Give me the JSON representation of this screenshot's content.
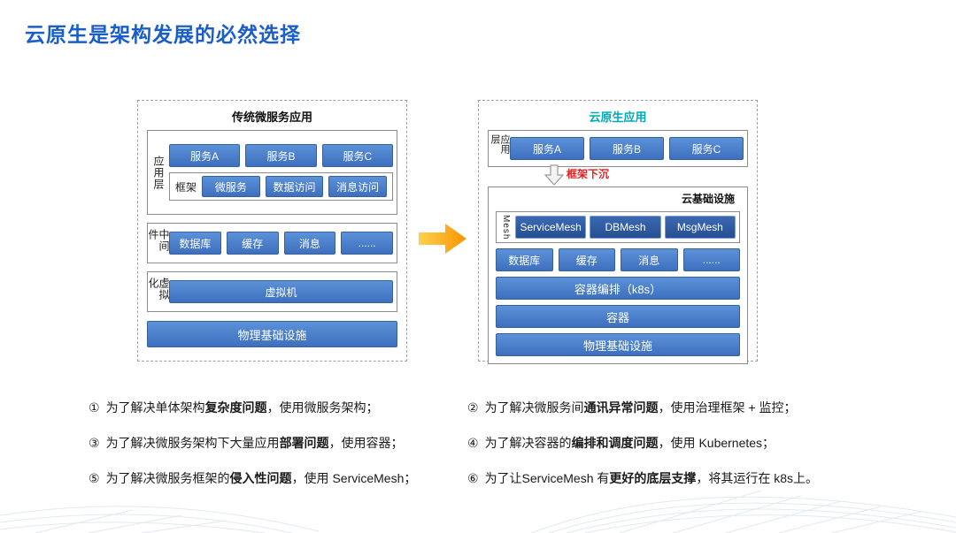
{
  "slide": {
    "title": "云原生是架构发展的必然选择"
  },
  "left_diagram": {
    "title": "传统微服务应用",
    "app_layer_label": "应用层",
    "services": [
      "服务A",
      "服务B",
      "服务C"
    ],
    "framework_label": "框架",
    "framework_items": [
      "微服务",
      "数据访问",
      "消息访问"
    ],
    "middleware_label": "中间件",
    "middleware_items": [
      "数据库",
      "缓存",
      "消息",
      "......"
    ],
    "virtualization_label": "虚拟化",
    "vm_label": "虚拟机",
    "physical_label": "物理基础设施"
  },
  "right_diagram": {
    "title": "云原生应用",
    "app_layer_label": "应用层",
    "services": [
      "服务A",
      "服务B",
      "服务C"
    ],
    "sink_label": "框架下沉",
    "cloud_infra_label": "云基础设施",
    "mesh_label": "Mesh",
    "mesh_items": [
      "ServiceMesh",
      "DBMesh",
      "MsgMesh"
    ],
    "middleware_items": [
      "数据库",
      "缓存",
      "消息",
      "......"
    ],
    "orchestration_label": "容器编排（k8s）",
    "container_label": "容器",
    "physical_label": "物理基础设施"
  },
  "notes": [
    {
      "num": "①",
      "pre": "为了解决单体架构",
      "bold": "复杂度问题",
      "post": "，使用微服务架构；"
    },
    {
      "num": "②",
      "pre": "为了解决微服务间",
      "bold": "通讯异常问题",
      "post": "，使用治理框架 + 监控；"
    },
    {
      "num": "③",
      "pre": "为了解决微服务架构下大量应用",
      "bold": "部署问题",
      "post": "，使用容器；"
    },
    {
      "num": "④",
      "pre": "为了解决容器的",
      "bold": "编排和调度问题",
      "post": "，使用 Kubernetes；"
    },
    {
      "num": "⑤",
      "pre": "为了解决微服务框架的",
      "bold": "侵入性问题",
      "post": "，使用 ServiceMesh；"
    },
    {
      "num": "⑥",
      "pre": "为了让ServiceMesh 有",
      "bold": "更好的底层支撑",
      "post": "，将其运行在 k8s上。"
    }
  ],
  "colors": {
    "title_blue": "#1a5fc8",
    "cloud_native_teal": "#00a8b8",
    "sink_red": "#e02020",
    "button_blue_top": "#5c92d8",
    "button_blue_bottom": "#3d6fbe",
    "arrow_orange": "#f79400"
  }
}
